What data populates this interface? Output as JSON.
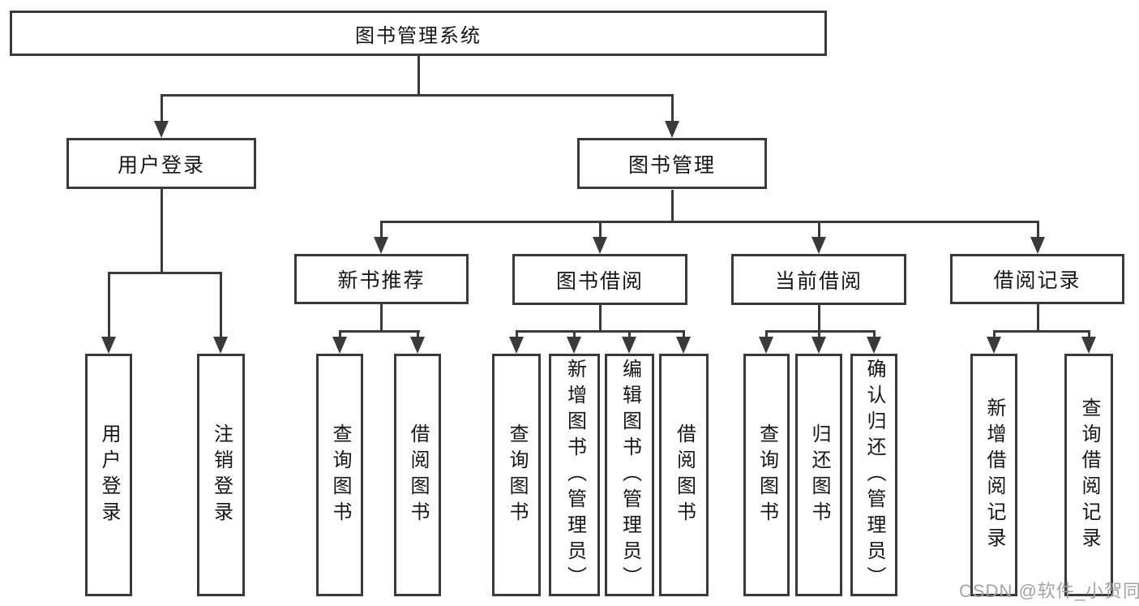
{
  "tree": {
    "root": {
      "label": "图书管理系统"
    },
    "branches": [
      {
        "label": "用户登录",
        "children": [
          {
            "label": "用户登录"
          },
          {
            "label": "注销登录"
          }
        ]
      },
      {
        "label": "图书管理",
        "groups": [
          {
            "label": "新书推荐",
            "children": [
              {
                "label": "查询图书"
              },
              {
                "label": "借阅图书"
              }
            ]
          },
          {
            "label": "图书借阅",
            "children": [
              {
                "label": "查询图书"
              },
              {
                "label": "新增图书（管理员）"
              },
              {
                "label": "编辑图书（管理员）"
              },
              {
                "label": "借阅图书"
              }
            ]
          },
          {
            "label": "当前借阅",
            "children": [
              {
                "label": "查询图书"
              },
              {
                "label": "归还图书"
              },
              {
                "label": "确认归还（管理员）"
              }
            ]
          },
          {
            "label": "借阅记录",
            "children": [
              {
                "label": "新增借阅记录"
              },
              {
                "label": "查询借阅记录"
              }
            ]
          }
        ]
      }
    ]
  },
  "watermark": {
    "text": "CSDN @软件_小贺同学"
  },
  "colors": {
    "line": "#3a3a3a",
    "text": "#161616",
    "watermark": "#9e9e9e",
    "background": "#ffffff"
  }
}
